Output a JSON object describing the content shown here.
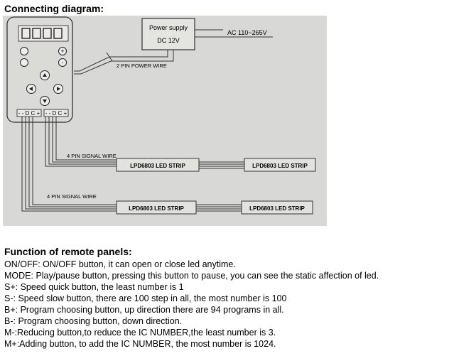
{
  "connecting_heading": "Connecting diagram:",
  "diagram": {
    "power_supply": "Power supply",
    "dc": "DC 12V",
    "ac": "AC 110~265V",
    "power_wire": "2 PIN POWER WIRE",
    "signal_wire_1": "4 PIN SIGNAL WIRE",
    "signal_wire_2": "4 PIN SIGNAL WIRE",
    "strip_1a": "LPD6803 LED STRIP",
    "strip_1b": "LPD6803 LED STRIP",
    "strip_2a": "LPD6803 LED STRIP",
    "strip_2b": "LPD6803 LED STRIP",
    "terminal_1": "- - D C +",
    "terminal_2": "- - D C +",
    "photo_bg": "#d8d9d6"
  },
  "functions_heading": "Function of remote panels:",
  "functions": [
    "ON/OFF: ON/OFF button, it can open or close led anytime.",
    "MODE: Play/pause button, pressing this button to pause, you  can see  the static  affection of led.",
    "S+: Speed quick button, the least number is 1",
    "S-: Speed slow button, there are 100 step in all, the most  number is  100",
    "B+: Program choosing button, up direction there are 94  programs in  all.",
    "B-: Program choosing button, down direction.",
    "M-:Reducing button,to reduce the IC NUMBER,the least number  is 3.",
    "M+:Adding button, to add the IC NUMBER, the most number is  1024."
  ]
}
